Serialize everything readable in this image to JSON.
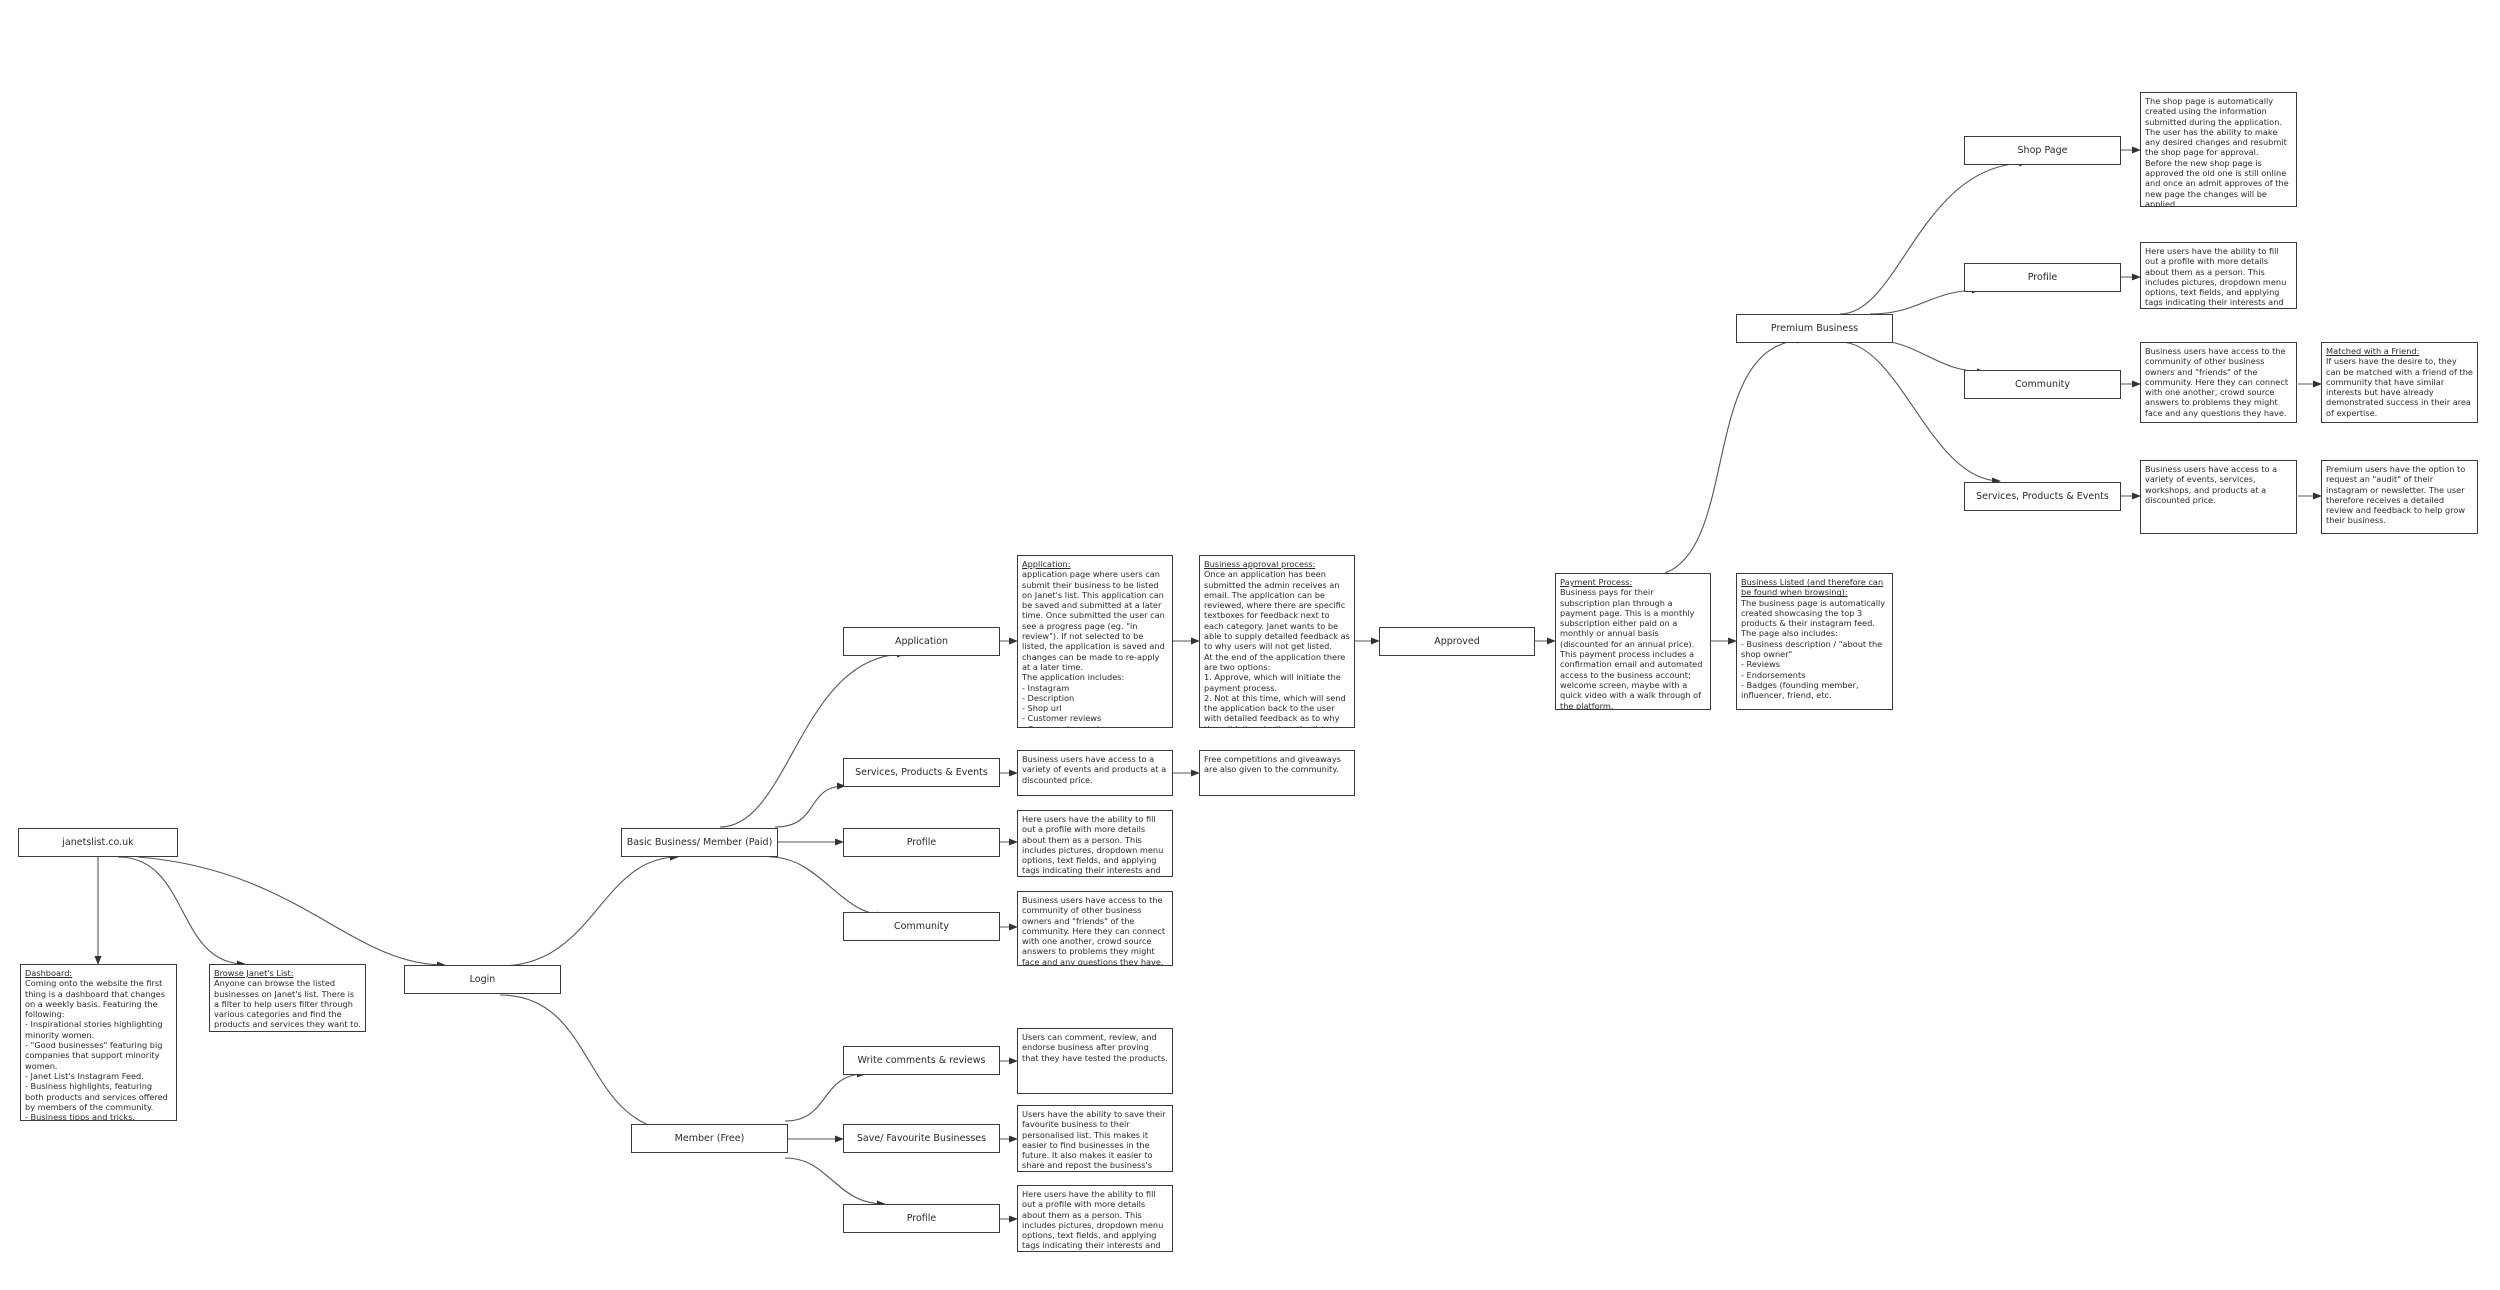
{
  "nodes": {
    "site": "janetslist.co.uk",
    "login": "Login",
    "basic": "Basic Business/ Member (Paid)",
    "member": "Member (Free)",
    "application": "Application",
    "services_basic": "Services, Products & Events",
    "profile_basic": "Profile",
    "community_basic": "Community",
    "write_comments": "Write comments & reviews",
    "save_fav": "Save/ Favourite Businesses",
    "profile_member": "Profile",
    "approved": "Approved",
    "premium": "Premium Business",
    "shop_page": "Shop Page",
    "profile_premium": "Profile",
    "community_premium": "Community",
    "services_premium": "Services, Products & Events"
  },
  "notes": {
    "dashboard": {
      "heading": "Dashboard:",
      "body": "Coming onto the website the first thing is a dashboard that changes on a weekly basis. Featuring the following:\n- Inspirational stories highlighting minority women.\n- \"Good businesses\" featuring big companies that support minority women.\n- Janet List's Instagram Feed.\n- Business highlights, featuring both products and services offered by members of the community.\n- Business tipps and tricks."
    },
    "browse": {
      "heading": "Browse Janet's List:",
      "body": "Anyone can browse the listed businesses on Janet's list. There is a filter to help users filter through various categories and find the products and services they want to."
    },
    "application": {
      "heading": "Application:",
      "body": "application page where users can submit their business to be listed on Janet's list. This application can be saved and submitted at a later time. Once submitted the user can see a progress page (eg. \"in review\"). If not selected to be listed, the application is saved and changes can be made to re-apply at a later time.\nThe application includes:\n- Instagram\n- Description\n- Shop url\n- Customer reviews\n- Concerns/support"
    },
    "approval": {
      "heading": "Business approval process:",
      "body": "Once an application has been submitted the admin receives an email. The application can be reviewed, where there are specific textboxes for feedback next to each category. Janet wants to be able to supply detailed feedback as to why users will not get listed.\nAt the end of the application there are two options:\n1. Approve, which will initiate the payment process.\n2. Not at this time, which will send the application back to the user with detailed feedback as to why they didn't make it on the list."
    },
    "services_basic": {
      "body": "Business users have access to a variety of events and products at a discounted price."
    },
    "free_comp": {
      "body": "Free competitions and giveaways are also given to the community."
    },
    "profile_basic": {
      "body": "Here users have the ability to fill out a profile with more details about them as a person. This includes pictures, dropdown menu options, text fields, and applying tags indicating their interests and needs."
    },
    "community_basic": {
      "body": "Business users have access to the community of other business owners and \"friends\" of the community. Here they can connect with one another, crowd source answers to problems they might face and any questions they have."
    },
    "write_comments": {
      "body": "Users can comment, review, and endorse business after proving that they have tested the products."
    },
    "save_fav": {
      "body": "Users have the ability to save their favourite business to their personalised list. This makes it easier to find businesses in the future. It also makes it easier to share and repost the business's content."
    },
    "profile_member": {
      "body": "Here users have the ability to fill out a profile with more details about them as a person. This includes pictures, dropdown menu options, text fields, and applying tags indicating their interests and needs."
    },
    "payment": {
      "heading": "Payment Process:",
      "body": "Business pays for their subscription plan through a payment page. This is a monthly subscription either paid on a monthly or annual basis (discounted for an annual price).\nThis payment process includes a confirmation email and automated access to the business account; welcome screen, maybe with a quick video with a walk through of the platform."
    },
    "listed": {
      "heading": "Business Listed (and therefore can be found when browsing):",
      "body": "The business page is automatically created showcasing the top 3 products & their instagram feed.\nThe page also includes:\n- Business description / \"about the shop owner\"\n- Reviews\n- Endorsements\n- Badges (founding member, influencer, friend, etc."
    },
    "shop": {
      "body": "The shop page is automatically created using the information submitted during the application. The user has the ability to make any desired changes and resubmit the shop page for approval.\nBefore the new shop page is approved the old one is still online and once an admit approves of the new page the changes will be applied."
    },
    "profile_premium": {
      "body": "Here users have the ability to fill out a profile with more details about them as a person. This includes pictures, dropdown menu options, text fields, and applying tags indicating their interests and needs."
    },
    "community_premium": {
      "body": "Business users have access to the community of other business owners and \"friends\" of the community. Here they can connect with one another, crowd source answers to problems they might face and any questions they have."
    },
    "matched": {
      "heading": "Matched with a Friend:",
      "body": "If users have the desire to, they can be matched with a friend of the community that have similar interests but have already demonstrated success in their area of expertise."
    },
    "services_premium": {
      "body": "Business users have access to a variety of events, services, workshops, and products at a discounted price."
    },
    "audit": {
      "body": "Premium users have the option to request an \"audit\" of their instagram or newsletter. The user therefore receives a detailed review and feedback to help grow their business."
    }
  }
}
